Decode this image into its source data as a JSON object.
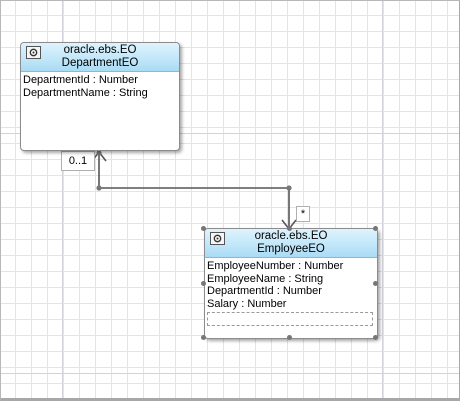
{
  "entities": {
    "department": {
      "package": "oracle.ebs.EO",
      "name": "DepartmentEO",
      "icon": "entity-object-icon",
      "attributes": [
        "DepartmentId : Number",
        "DepartmentName : String"
      ]
    },
    "employee": {
      "package": "oracle.ebs.EO",
      "name": "EmployeeEO",
      "icon": "entity-object-icon",
      "attributes": [
        "EmployeeNumber : Number",
        "EmployeeName : String",
        "DepartmentId : Number",
        "Salary : Number"
      ]
    }
  },
  "association": {
    "source_multiplicity": "0..1",
    "target_multiplicity": "*"
  },
  "colors": {
    "header_gradient_top": "#dff3fd",
    "header_gradient_bottom": "#a9dbf5",
    "connector": "#555555",
    "grid": "#e3e3ec"
  }
}
